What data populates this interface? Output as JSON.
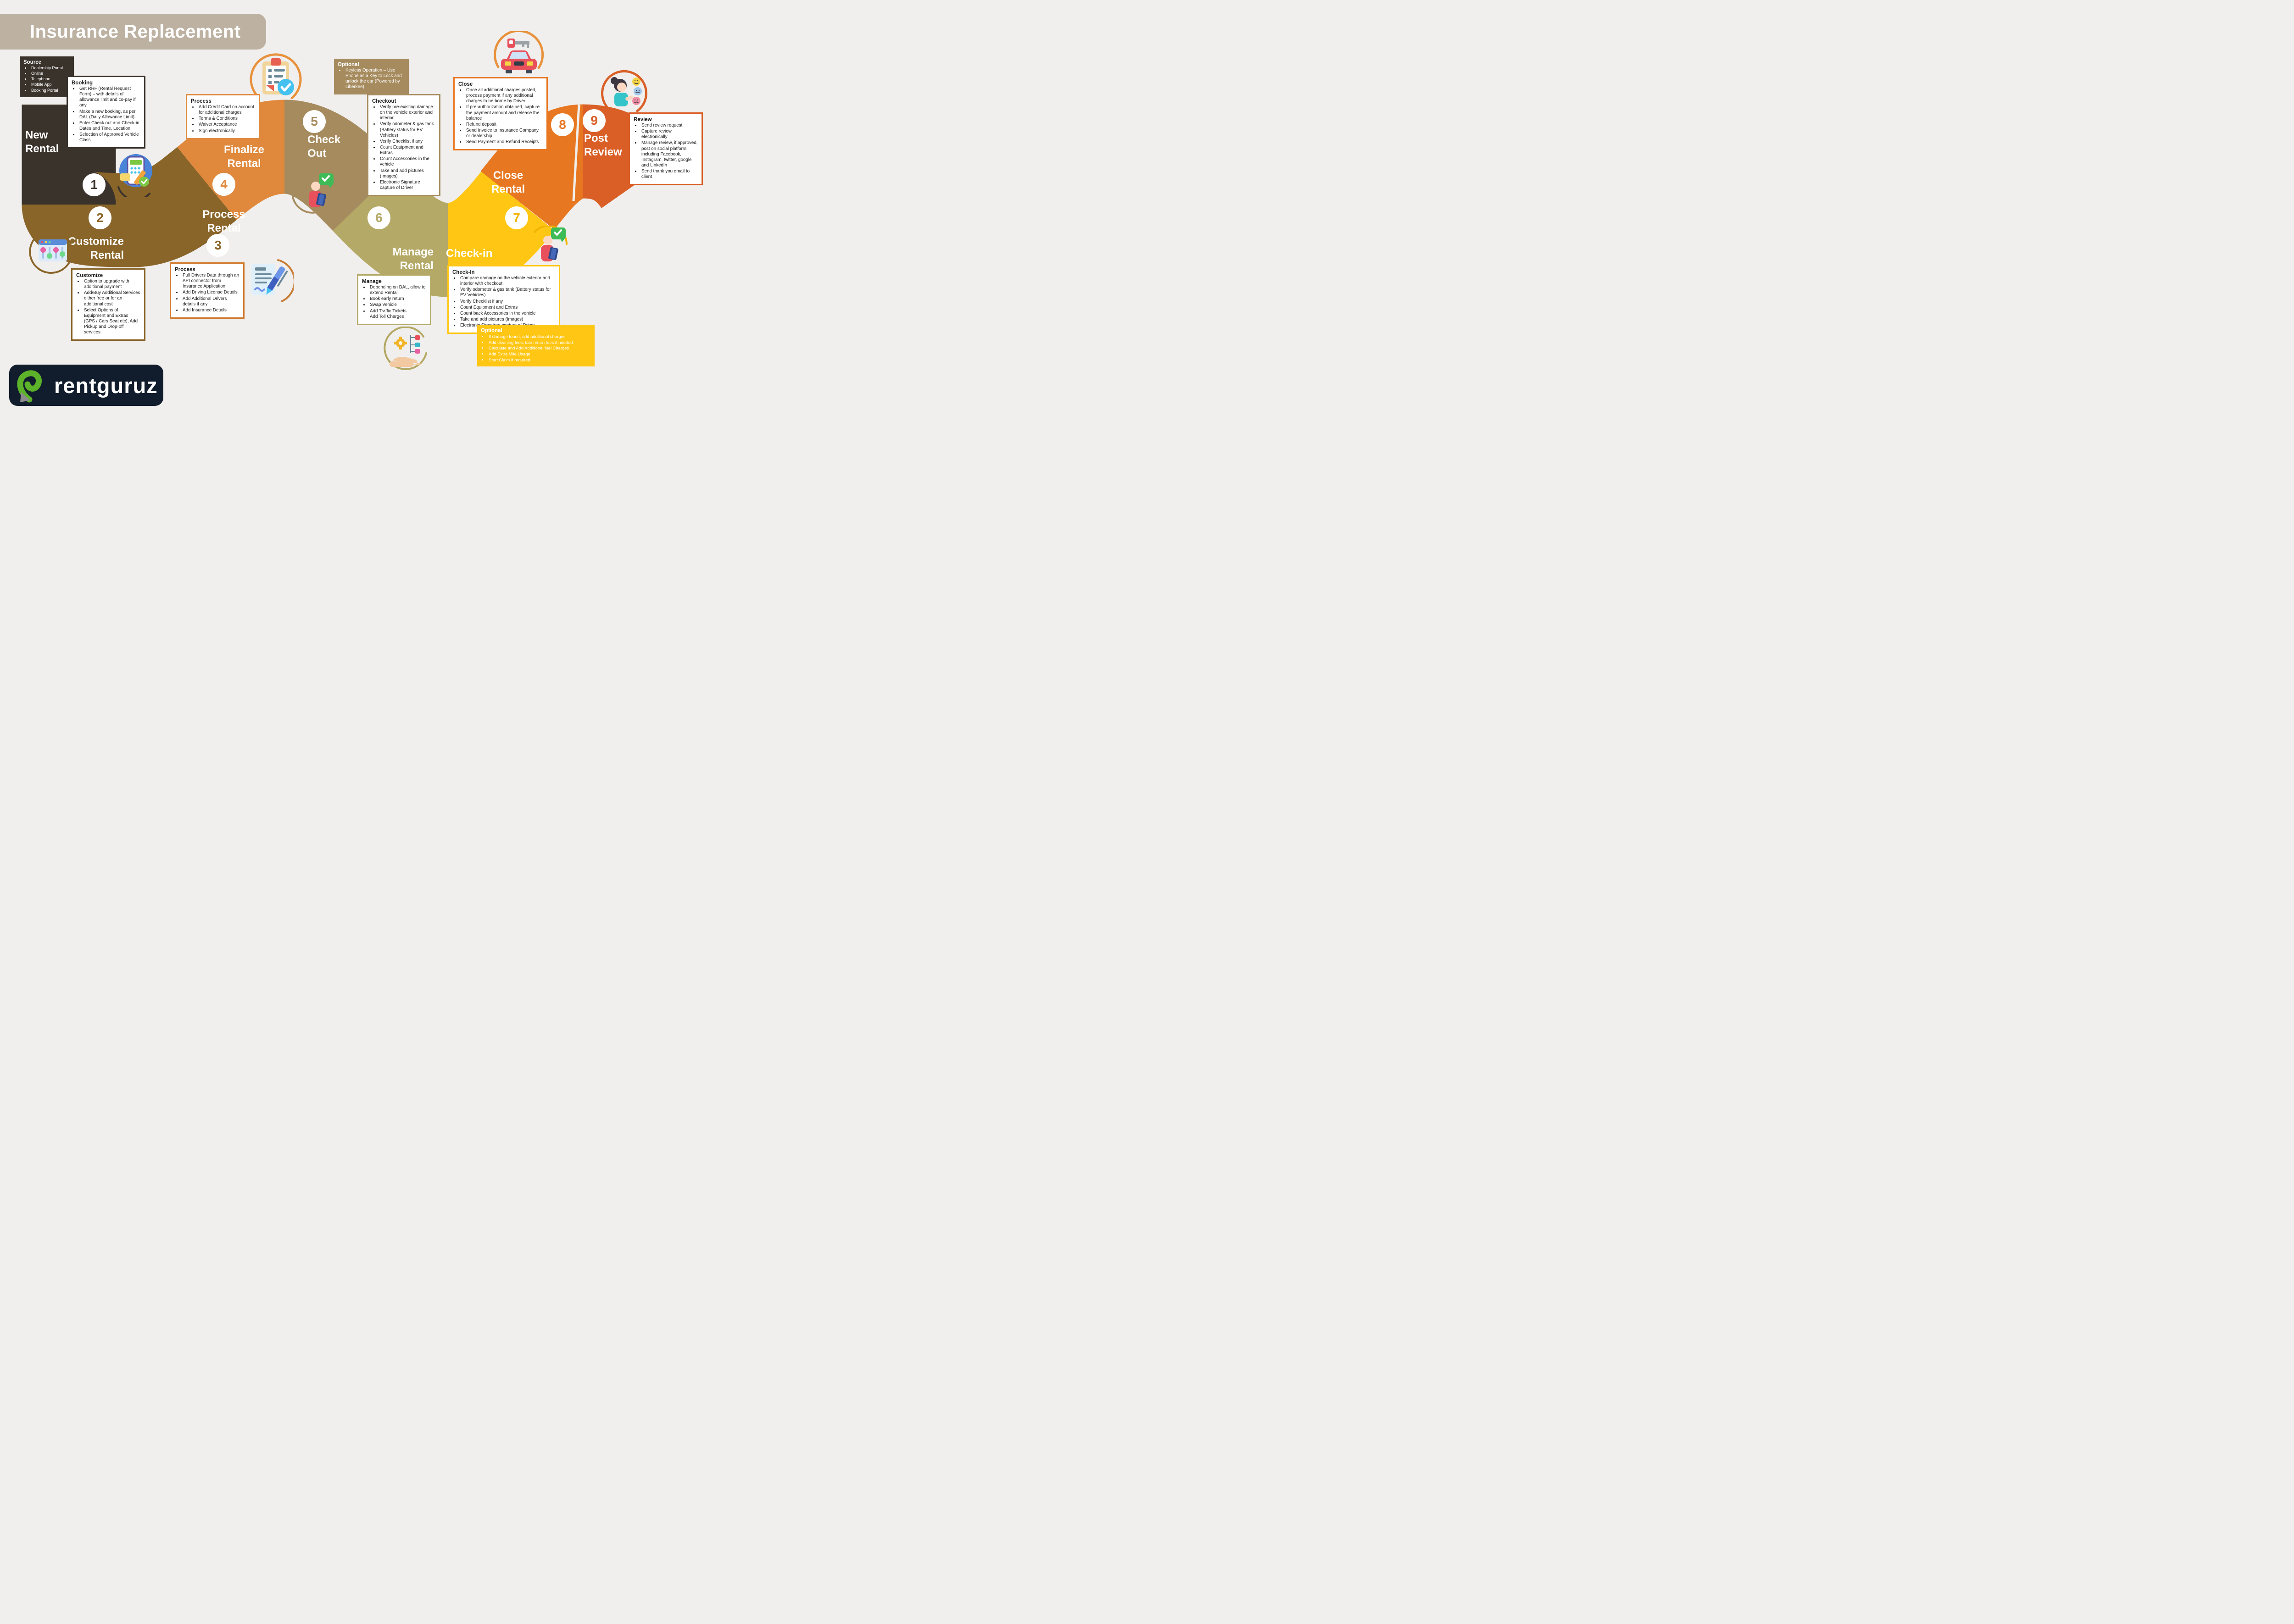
{
  "title": "Insurance Replacement",
  "logo": {
    "text": "rentguruz",
    "bg_color": "#111c2c",
    "accent_green": "#5cb32a"
  },
  "palette": {
    "background": "#f0efed",
    "title_bar": "#bdb2a2",
    "step1_dark": "#3a332c",
    "step23_brown": "#8a652a",
    "step4_orange": "#e0893c",
    "step5_tan": "#a68b5e",
    "step6_khaki": "#b4a966",
    "step7_yellow": "#ffc613",
    "step8_orange": "#e87722",
    "step9_dark_orange": "#d95f26"
  },
  "road": {
    "segments": [
      {
        "name": "new-rental",
        "color": "#3a332c"
      },
      {
        "name": "customize-process-rental",
        "color": "#8a652a"
      },
      {
        "name": "finalize-rental",
        "color": "#e0893c"
      },
      {
        "name": "check-out",
        "color": "#a68b5e"
      },
      {
        "name": "manage-rental",
        "color": "#b4a966"
      },
      {
        "name": "check-in",
        "color": "#ffc613"
      },
      {
        "name": "close-rental",
        "color": "#e87722"
      },
      {
        "name": "post-review",
        "color": "#d95f26"
      }
    ]
  },
  "steps": [
    {
      "num": "1",
      "label": "New\nRental"
    },
    {
      "num": "2",
      "label": "Customize\nRental"
    },
    {
      "num": "3",
      "label": "Process\nRental"
    },
    {
      "num": "4",
      "label": "Finalize\nRental"
    },
    {
      "num": "5",
      "label": "Check\nOut"
    },
    {
      "num": "6",
      "label": "Manage\nRental"
    },
    {
      "num": "7",
      "label": "Check-in"
    },
    {
      "num": "8",
      "label": "Close\nRental"
    },
    {
      "num": "9",
      "label": "Post\nReview"
    }
  ],
  "boxes": {
    "source": {
      "title": "Source",
      "items": [
        "Dealership Portal",
        "Online",
        "Telephone",
        "Mobile App",
        "Booking Portal"
      ]
    },
    "booking": {
      "title": "Booking",
      "items": [
        "Get RRF (Rental Request Form) – with details of allowance limit and co-pay if any",
        "Make a new booking, as per DAL (Daily Allowance Limit)",
        "Enter Check out and Check-in Dates and Time, Location",
        "Selection of Approved Vehicle Class"
      ]
    },
    "customize": {
      "title": "Customize",
      "items": [
        "Option to upgrade with additional payment",
        "Add/Buy Additional Services either free or for an additional cost",
        "Select Options of Equipment and Extras (GPS / Cars Seat etc), Add Pickup and Drop-off services"
      ]
    },
    "process_rental": {
      "title": "Process",
      "items": [
        "Pull Drivers Data through an API connector from Insurance Application",
        "Add Driving License Details",
        "Add Additional Drivers details if any",
        "Add Insurance Details"
      ]
    },
    "process_finalize": {
      "title": "Process",
      "items": [
        "Add Credit Card on account for additional charges",
        "Terms & Conditions",
        "Waiver Acceptance",
        "Sign electronically"
      ]
    },
    "optional_keyless": {
      "title": "Optional",
      "items": [
        "Keyless Operation – Use Phone as a Key to Lock and unlock the car (Powered by Liberkee)"
      ]
    },
    "checkout": {
      "title": "Checkout",
      "items": [
        "Verify pre-existing damage on the vehicle exterior and interior",
        "Verify odometer & gas tank (Battery status for EV Vehicles)",
        "Verify Checklist if any",
        "Count Equipment and Extras",
        "Count Accessories in the vehicle",
        "Take and add pictures (Images)",
        "Electronic Signature capture of Driver"
      ]
    },
    "manage": {
      "title": "Manage",
      "items": [
        "Depending on DAL, allow to extend Rental",
        "Book early return",
        "Swap Vehicle",
        "Add Traffic Tickets\nAdd Toll Charges"
      ]
    },
    "checkin": {
      "title": "Check-In",
      "items": [
        "Compare damage on the vehicle exterior and interior with checkout",
        "Verify odometer & gas tank (Battery status for EV Vehicles)",
        "Verify Checklist if any",
        "Count Equipment and Extras",
        "Count back Accessories in the vehicle",
        "Take and add pictures (Images)",
        "Electronic Signature capture of Driver"
      ]
    },
    "close": {
      "title": "Close",
      "items": [
        "Once all additional charges posted, process payment if any additional charges to be borne by Driver",
        "If pre-authorization obtained, capture the payment amount and release the balance",
        "Refund deposit",
        "Send Invoice to Insurance Company or dealership",
        "Send Payment and Refund Receipts"
      ]
    },
    "optional_charges": {
      "title": "Optional",
      "items": [
        "If damage found, add additional charges",
        "Add cleaning fees, late return fees if needed",
        "Calculate and Add Additional fuel Charges",
        "Add Extra Mile Usage",
        "Start Claim if required"
      ]
    },
    "review": {
      "title": "Review",
      "items": [
        "Send review request",
        "Capture review electronically",
        "Manage review, if approved, post on social platform, including Facebook, Instagram, twitter, google and LinkedIn",
        "Send thank you email to client"
      ]
    }
  },
  "icons": {
    "booking_app": "phone booking app with checklist",
    "sliders": "options slider panel",
    "contract_pen": "contract document with pen",
    "checklist_clipboard": "clipboard checklist with blue check",
    "inspector_person": "person with clipboard and green check bubble",
    "gear_hand": "hand holding gear workflow",
    "car_key": "red car with key",
    "review_feedback": "person with feedback emoji faces"
  }
}
